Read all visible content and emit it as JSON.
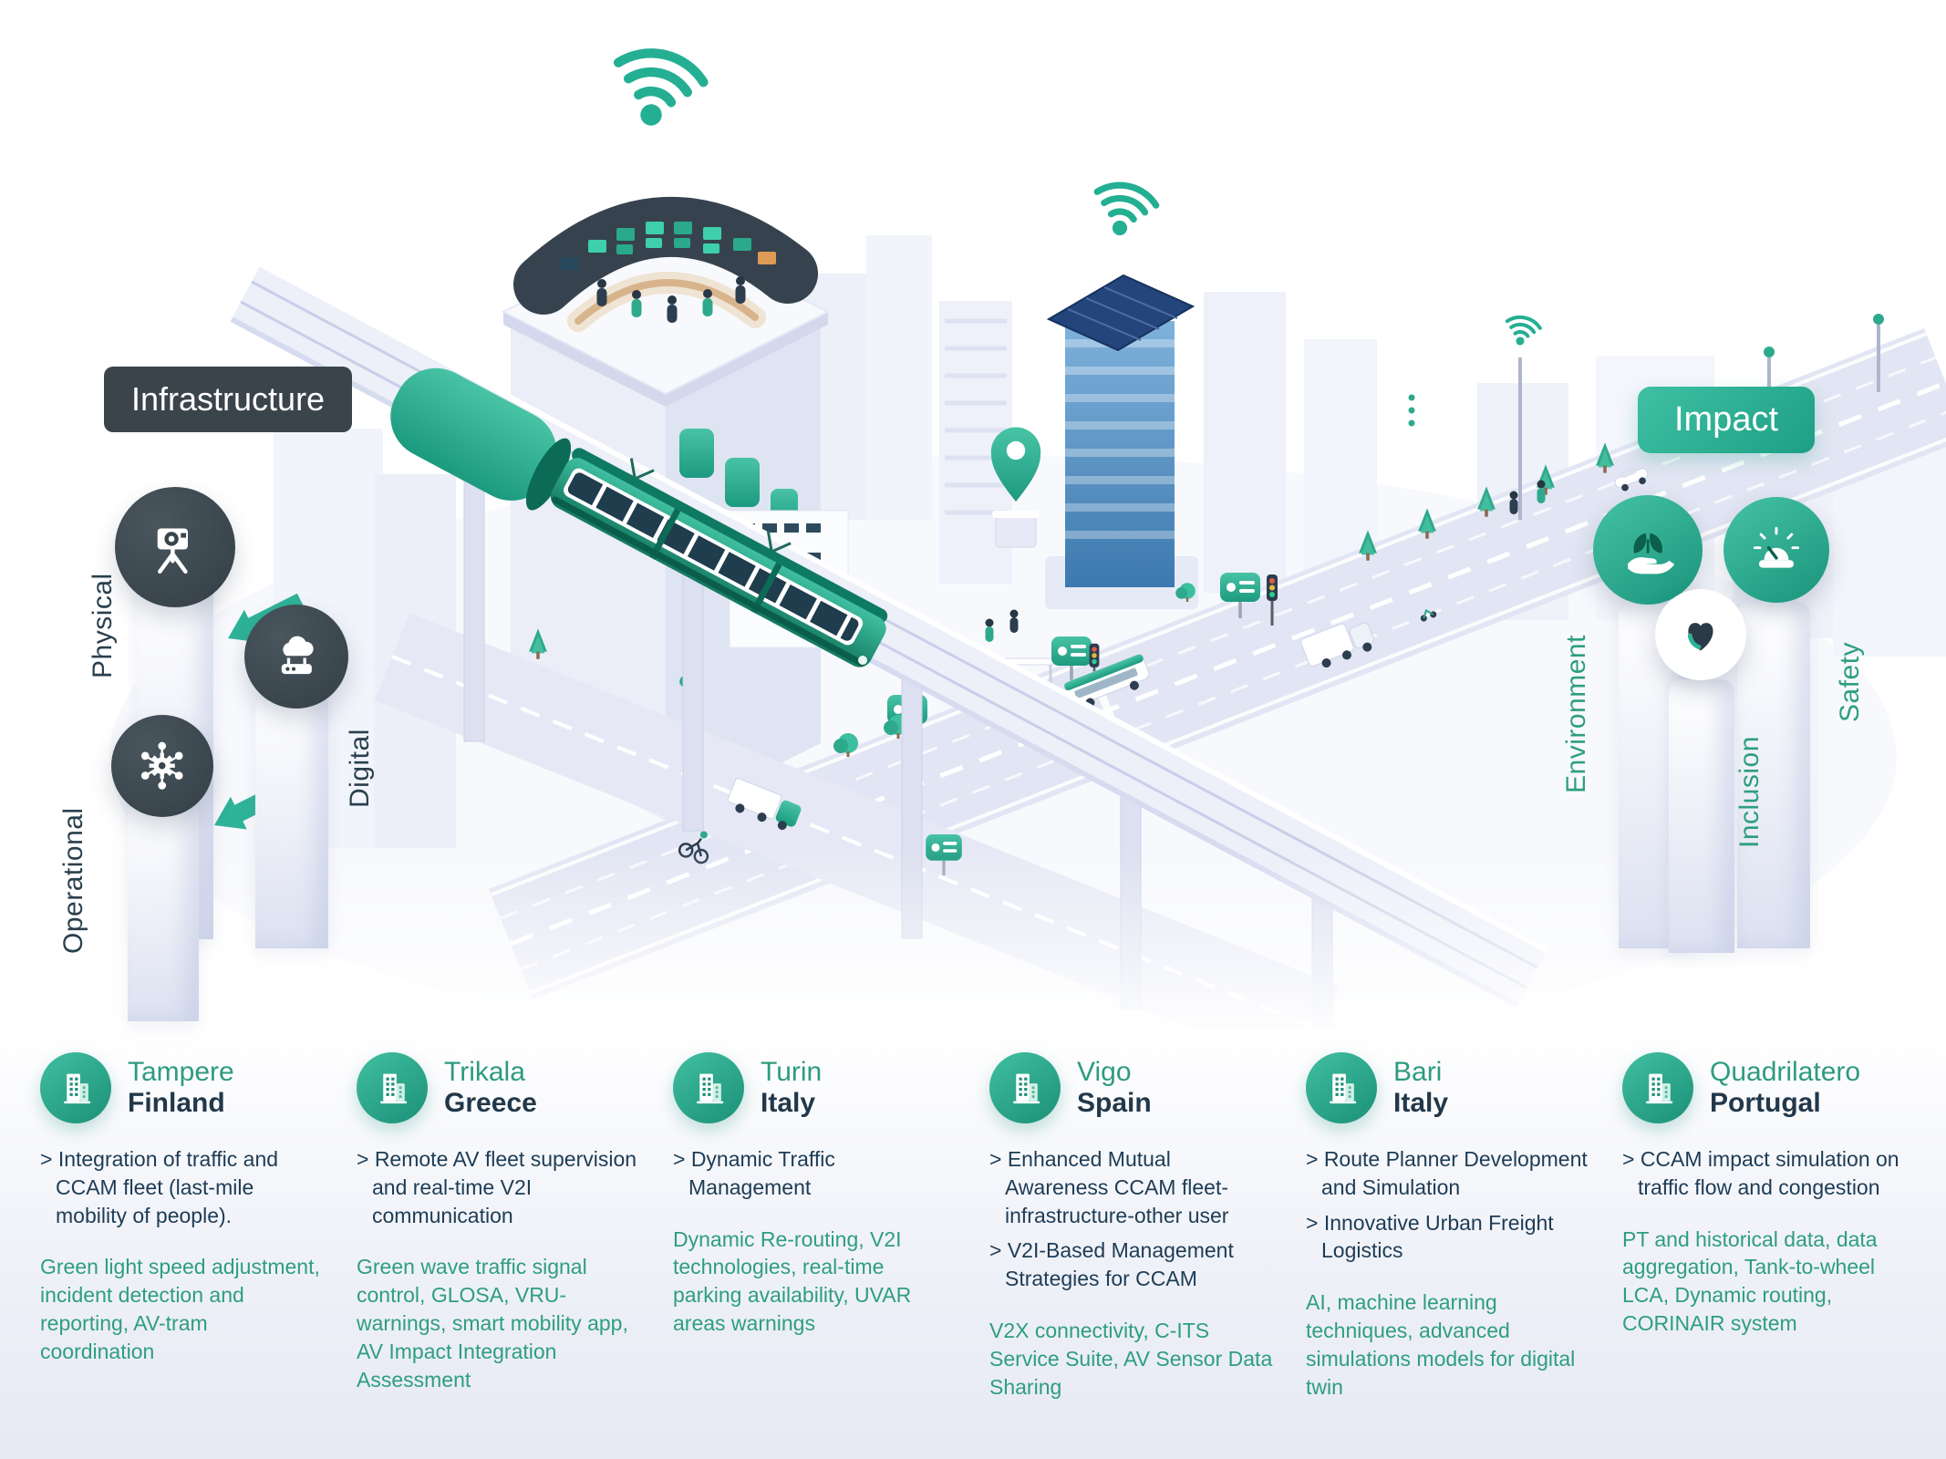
{
  "badges": {
    "infrastructure": "Infrastructure",
    "impact": "Impact"
  },
  "infrastructure_pillars": [
    {
      "label": "Physical",
      "icon": "camera-tripod-icon"
    },
    {
      "label": "Digital",
      "icon": "cloud-router-icon"
    },
    {
      "label": "Operational",
      "icon": "gear-network-icon"
    }
  ],
  "impact_pillars": [
    {
      "label": "Environment",
      "icon": "hand-leaf-icon"
    },
    {
      "label": "Inclusion",
      "icon": "heart-icon"
    },
    {
      "label": "Safety",
      "icon": "siren-icon"
    }
  ],
  "colors": {
    "accent_teal": "#2EB398",
    "badge_dark": "#3A444B",
    "text_navy": "#1D3C55",
    "text_green": "#2E9E7F"
  },
  "cities": [
    {
      "name": "Tampere",
      "country": "Finland",
      "icon": "building-icon",
      "bullets": [
        "> Integration of traffic and CCAM fleet (last-mile mobility of people)."
      ],
      "description": "Green light speed adjustment, incident detection and reporting, AV-tram coordination"
    },
    {
      "name": "Trikala",
      "country": "Greece",
      "icon": "building-icon",
      "bullets": [
        "> Remote AV fleet supervision and real-time V2I communication"
      ],
      "description": "Green wave traffic signal control, GLOSA, VRU-warnings, smart mobility app, AV Impact Integration Assessment"
    },
    {
      "name": "Turin",
      "country": "Italy",
      "icon": "building-icon",
      "bullets": [
        "> Dynamic Traffic Management"
      ],
      "description": "Dynamic Re-routing, V2I technologies, real-time parking availability, UVAR areas warnings"
    },
    {
      "name": "Vigo",
      "country": "Spain",
      "icon": "building-icon",
      "bullets": [
        "> Enhanced Mutual Awareness CCAM fleet-infrastructure-other user",
        "> V2I-Based Management Strategies for CCAM"
      ],
      "description": "V2X connectivity, C-ITS Service Suite, AV Sensor Data Sharing"
    },
    {
      "name": "Bari",
      "country": "Italy",
      "icon": "building-icon",
      "bullets": [
        "> Route Planner Development and Simulation",
        "> Innovative Urban Freight Logistics"
      ],
      "description": "AI, machine learning techniques, advanced simulations models for digital twin"
    },
    {
      "name": "Quadrilatero",
      "country": "Portugal",
      "icon": "building-icon",
      "bullets": [
        "> CCAM impact simulation on traffic flow and congestion"
      ],
      "description": "PT and historical data, data aggregation, Tank-to-wheel LCA, Dynamic routing, CORINAIR system"
    }
  ]
}
